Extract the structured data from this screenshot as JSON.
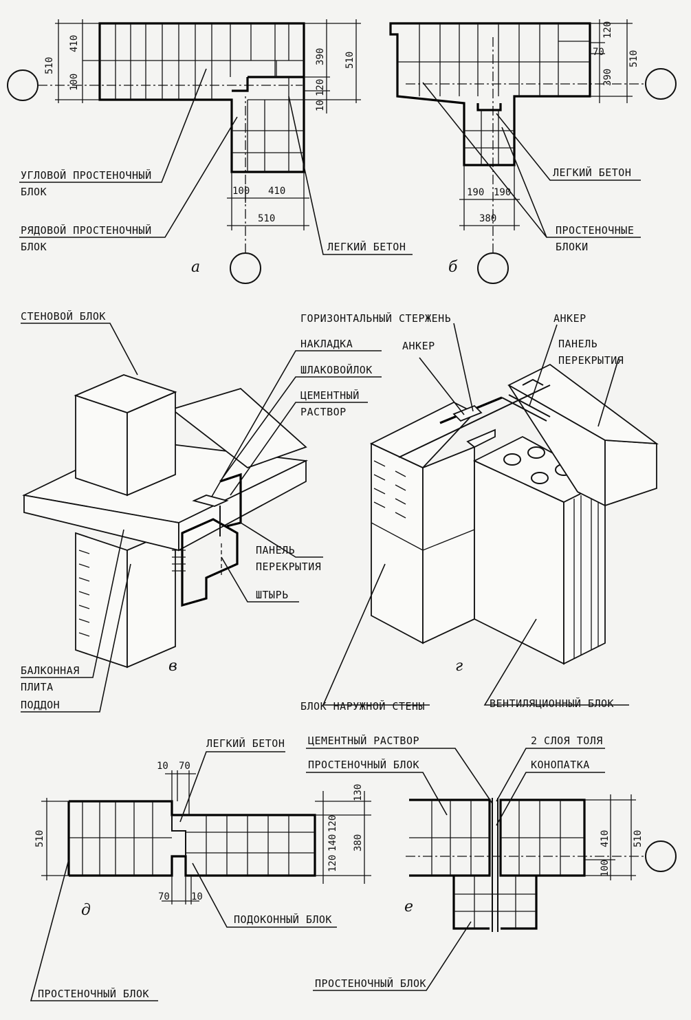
{
  "labels": {
    "corner_block": [
      "УГЛОВОЙ ПРОСТЕНОЧНЫЙ",
      "БЛОК"
    ],
    "row_block": [
      "РЯДОВОЙ ПРОСТЕНОЧНЫЙ",
      "БЛОК"
    ],
    "light_concrete_a": "ЛЕГКИЙ БЕТОН",
    "light_concrete_b": "ЛЕГКИЙ БЕТОН",
    "pier_blocks_b": [
      "ПРОСТЕНОЧНЫЕ",
      "БЛОКИ"
    ],
    "wall_block": "СТЕНОВОЙ БЛОК",
    "nakladka": "НАКЛАДКА",
    "slag_wool": "ШЛАКОВОЙЛОК",
    "cement_mortar_v": [
      "ЦЕМЕНТНЫЙ",
      "РАСТВОР"
    ],
    "floor_panel_v": [
      "ПАНЕЛЬ",
      "ПЕРЕКРЫТИЯ"
    ],
    "pin": "ШТЫРЬ",
    "balcony_slab": [
      "БАЛКОННАЯ",
      "ПЛИТА"
    ],
    "tray": "ПОДДОН",
    "horizontal_rod": "ГОРИЗОНТАЛЬНЫЙ СТЕРЖЕНЬ",
    "anchor_left": "АНКЕР",
    "anchor_right": "АНКЕР",
    "floor_panel_g": [
      "ПАНЕЛЬ",
      "ПЕРЕКРЫТИЯ"
    ],
    "outer_wall_block": "БЛОК НАРУЖНОЙ СТЕНЫ",
    "vent_block": "ВЕНТИЛЯЦИОННЫЙ БЛОК",
    "light_concrete_d": "ЛЕГКИЙ БЕТОН",
    "sill_block": "ПОДОКОННЫЙ БЛОК",
    "pier_block_d": "ПРОСТЕНОЧНЫЙ БЛОК",
    "cement_mortar_e": "ЦЕМЕНТНЫЙ РАСТВОР",
    "pier_block_e_top": "ПРОСТЕНОЧНЫЙ БЛОК",
    "two_layers_tol": "2 СЛОЯ ТОЛЯ",
    "caulking": "КОНОПАТКА",
    "pier_block_e_bottom": "ПРОСТЕНОЧНЫЙ БЛОК"
  },
  "letters": {
    "a": "а",
    "b": "б",
    "v": "в",
    "g": "г",
    "d": "д",
    "e": "е"
  },
  "dims": {
    "a": {
      "h510": "510",
      "h410": "410",
      "h100": "100",
      "h390": "390",
      "h510r": "510",
      "h120": "120",
      "h10": "10",
      "w100": "100",
      "w410": "410",
      "w510": "510"
    },
    "b": {
      "h120": "120",
      "h70": "70",
      "h390": "390",
      "h510": "510",
      "w190a": "190",
      "w190b": "190",
      "w380": "380"
    },
    "d": {
      "top10": "10",
      "top70": "70",
      "h510": "510",
      "r130": "130",
      "r120": "120",
      "r140": "140",
      "r120b": "120",
      "r380": "380",
      "bot70": "70",
      "bot10": "10"
    },
    "e": {
      "h410": "410",
      "h100": "100",
      "h510": "510"
    }
  }
}
